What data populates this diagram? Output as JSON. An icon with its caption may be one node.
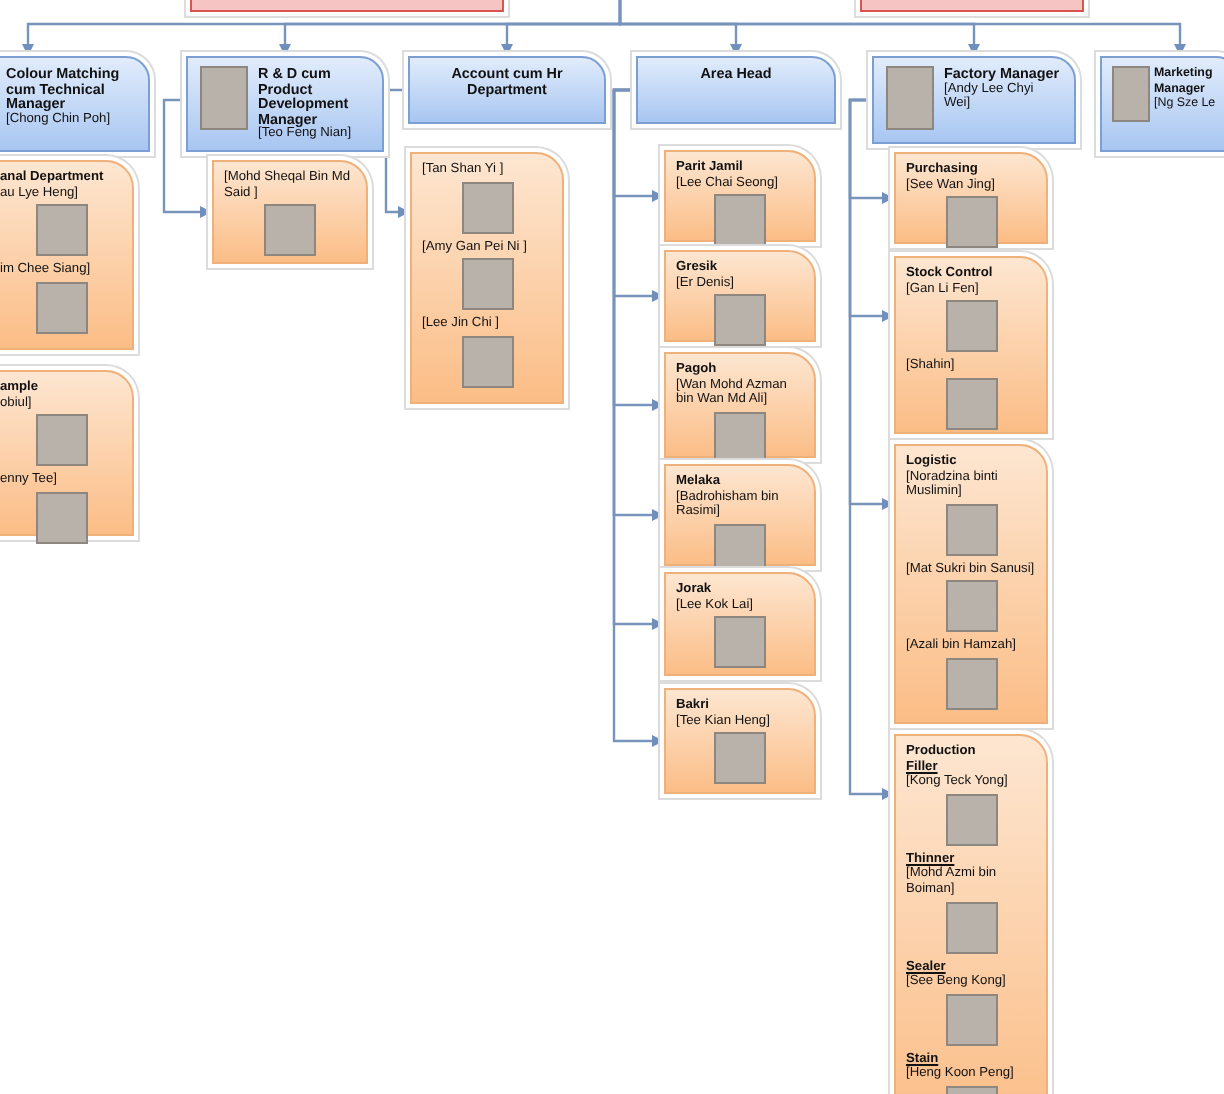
{
  "diagram": {
    "nodes": [
      {
        "text": [],
        "shape": "box"
      },
      {
        "text": [],
        "shape": "box"
      },
      {
        "text": [
          "Colour Matching cum Technical Manager",
          "[Chong Chin Poh]"
        ]
      },
      {
        "text": [
          "anal Department",
          "au Lye Heng]",
          "im Chee Siang]"
        ]
      },
      {
        "text": [
          "ample",
          "obiul]",
          "enny Tee]"
        ]
      },
      {
        "text": [
          "R & D cum Product Development Manager",
          "[Teo Feng Nian]"
        ]
      },
      {
        "text": [
          "[Mohd Sheqal Bin Md Said ]"
        ]
      },
      {
        "text": [
          "Account cum Hr Department"
        ]
      },
      {
        "text": [
          "[Tan Shan Yi ]",
          "[Amy Gan Pei Ni ]",
          "[Lee Jin Chi ]"
        ]
      },
      {
        "text": [
          "Area Head"
        ]
      },
      {
        "text": [
          "Parit Jamil",
          "[Lee Chai Seong]"
        ]
      },
      {
        "text": [
          "Gresik",
          "[Er Denis]"
        ]
      },
      {
        "text": [
          "Pagoh",
          "[Wan Mohd Azman bin Wan Md Ali]"
        ]
      },
      {
        "text": [
          "Melaka",
          "[Badrohisham bin Rasimi]"
        ]
      },
      {
        "text": [
          "Jorak",
          "[Lee Kok Lai]"
        ]
      },
      {
        "text": [
          "Bakri",
          "[Tee Kian Heng]"
        ]
      },
      {
        "text": [
          "Factory Manager",
          "[Andy Lee Chyi Wei]"
        ]
      },
      {
        "text": [
          "Purchasing",
          "[See Wan Jing]"
        ]
      },
      {
        "text": [
          "Stock Control",
          "[Gan Li Fen]",
          "[Shahin]"
        ]
      },
      {
        "text": [
          "Logistic",
          "[Noradzina binti Muslimin]",
          "[Mat Sukri bin Sanusi]",
          "[Azali bin Hamzah]"
        ]
      },
      {
        "text": [
          "Production",
          "Filler",
          "[Kong Teck Yong]",
          "Thinner",
          "[Mohd Azmi bin Boiman]",
          "Sealer",
          "[See Beng Kong]",
          "Stain",
          "[Heng Koon Peng]"
        ]
      },
      {
        "text": [
          "Marketing Manager",
          "[Ng Sze Le"
        ]
      }
    ],
    "edges": [
      {
        "from": null,
        "to": 2,
        "arrow": "to"
      },
      {
        "from": null,
        "to": 5,
        "arrow": "to"
      },
      {
        "from": null,
        "to": 7,
        "arrow": "to"
      },
      {
        "from": null,
        "to": 9,
        "arrow": "to"
      },
      {
        "from": null,
        "to": 16,
        "arrow": "to"
      },
      {
        "from": null,
        "to": 21,
        "arrow": "to"
      },
      {
        "from": 5,
        "to": 6,
        "arrow": "to"
      },
      {
        "from": 7,
        "to": 8,
        "arrow": "to"
      },
      {
        "from": 9,
        "to": 10,
        "arrow": "to"
      },
      {
        "from": 9,
        "to": 11,
        "arrow": "to"
      },
      {
        "from": 9,
        "to": 12,
        "arrow": "to"
      },
      {
        "from": 9,
        "to": 13,
        "arrow": "to"
      },
      {
        "from": 9,
        "to": 14,
        "arrow": "to"
      },
      {
        "from": 9,
        "to": 15,
        "arrow": "to"
      },
      {
        "from": 16,
        "to": 17,
        "arrow": "to"
      },
      {
        "from": 16,
        "to": 18,
        "arrow": "to"
      },
      {
        "from": 16,
        "to": 19,
        "arrow": "to"
      },
      {
        "from": 16,
        "to": 20,
        "arrow": "to"
      }
    ]
  }
}
